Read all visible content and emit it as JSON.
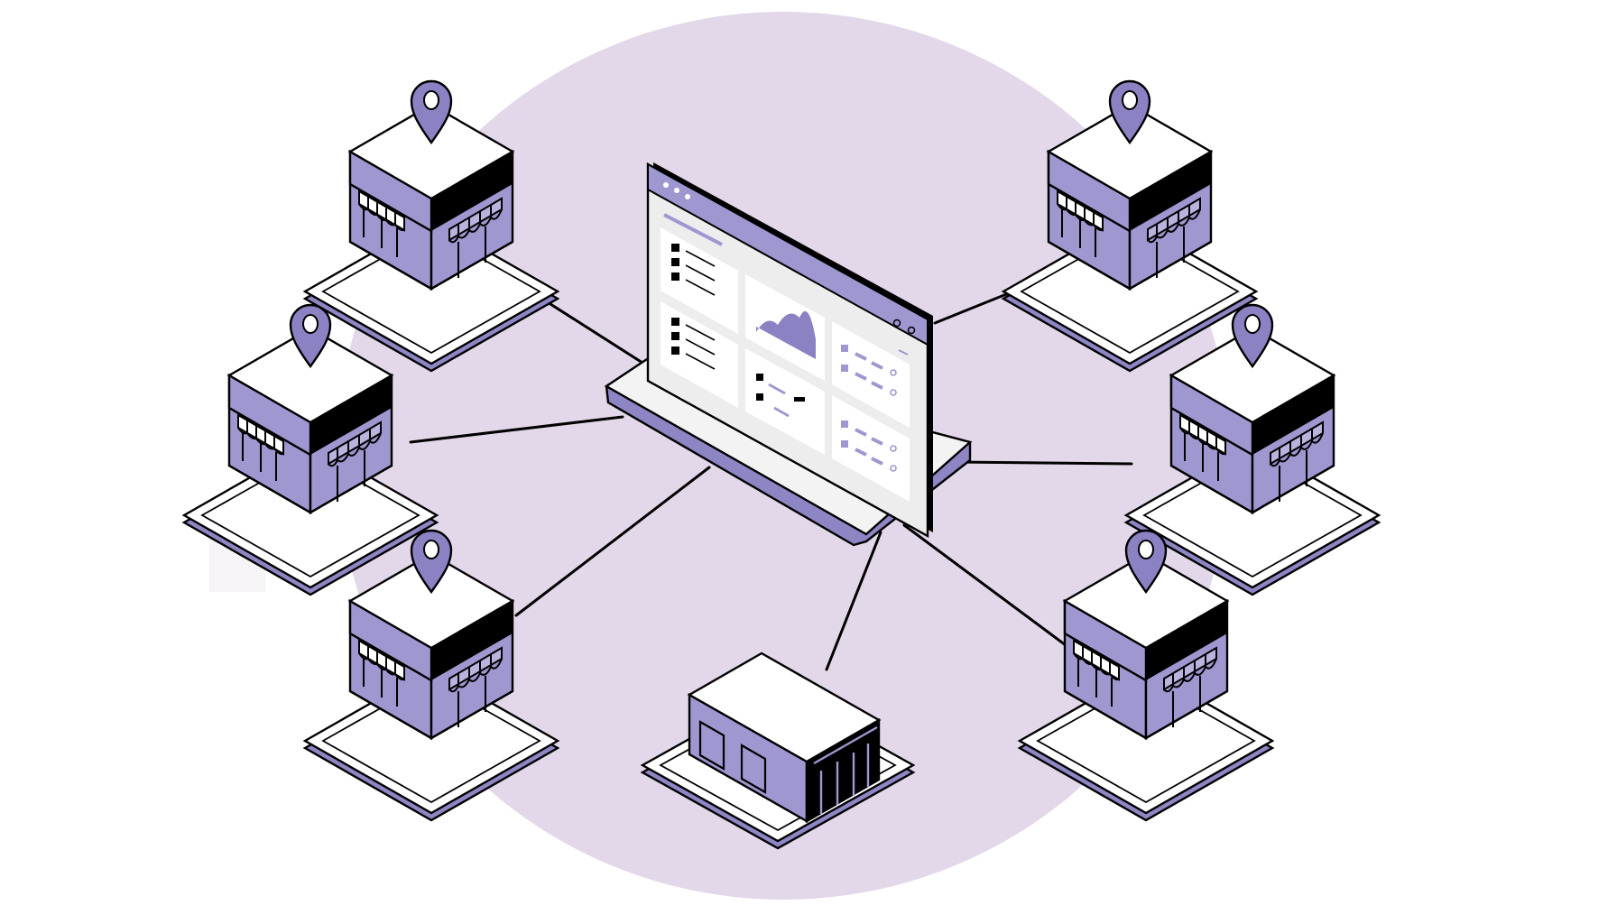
{
  "diagram": {
    "center_node": {
      "type": "dashboard-monitor",
      "icon": "dashboard-monitor-icon"
    },
    "nodes": [
      {
        "id": "store-top-left",
        "type": "store",
        "icon": "storefront-icon",
        "pin": true
      },
      {
        "id": "store-mid-left",
        "type": "store",
        "icon": "storefront-icon",
        "pin": true
      },
      {
        "id": "store-bottom-left",
        "type": "store",
        "icon": "storefront-icon",
        "pin": true
      },
      {
        "id": "warehouse-bottom",
        "type": "warehouse",
        "icon": "warehouse-icon",
        "pin": false
      },
      {
        "id": "store-top-right",
        "type": "store",
        "icon": "storefront-icon",
        "pin": true
      },
      {
        "id": "store-mid-right",
        "type": "store",
        "icon": "storefront-icon",
        "pin": true
      },
      {
        "id": "store-bottom-right",
        "type": "store",
        "icon": "storefront-icon",
        "pin": true
      }
    ],
    "connections": [
      [
        "dashboard",
        "store-top-left"
      ],
      [
        "dashboard",
        "store-mid-left"
      ],
      [
        "dashboard",
        "store-bottom-left"
      ],
      [
        "dashboard",
        "warehouse-bottom"
      ],
      [
        "dashboard",
        "store-top-right"
      ],
      [
        "dashboard",
        "store-mid-right"
      ],
      [
        "dashboard",
        "store-bottom-right"
      ]
    ]
  },
  "colors": {
    "background_circle": "#e3d8ea",
    "accent_purple": "#9f97d0",
    "accent_purple_light": "#b9b3de",
    "dark_purple": "#6f66a8",
    "ink": "#000000",
    "panel": "#ededed",
    "base_shadow": "#8e86c4"
  }
}
